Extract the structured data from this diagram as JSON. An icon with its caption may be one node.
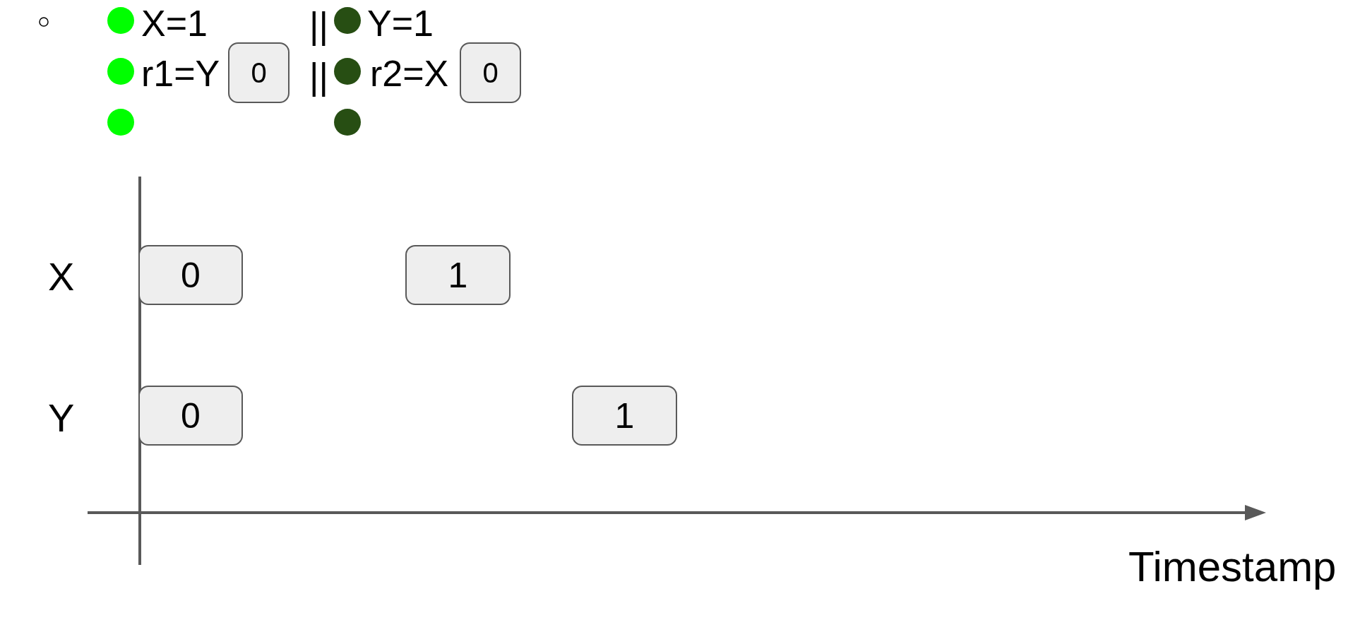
{
  "diagram": {
    "nodes": [
      {
        "text": [
          "0"
        ]
      },
      {
        "text": [
          "0"
        ]
      },
      {
        "text": [
          "0"
        ]
      },
      {
        "text": [
          "1"
        ]
      },
      {
        "text": [
          "0"
        ]
      },
      {
        "text": [
          "1"
        ]
      }
    ],
    "labels": [
      "X=1",
      "||",
      "Y=1",
      "r1=Y",
      "||",
      "r2=X",
      "X",
      "Y",
      "Timestamp"
    ]
  }
}
